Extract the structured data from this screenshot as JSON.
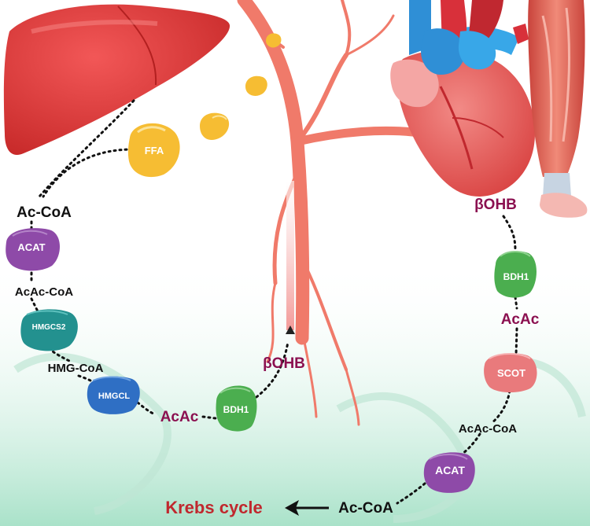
{
  "liver_pathway": {
    "ffa": "FFA",
    "acetyl_coa": "Ac-CoA",
    "acat": "ACAT",
    "acetoacetyl_coa": "AcAc-CoA",
    "hmgcs2": "HMGCS2",
    "hmg_coa": "HMG-CoA",
    "hmgcl": "HMGCL",
    "acetoacetate": "AcAc",
    "bdh1": "BDH1",
    "beta_hydroxybutyrate": "βOHB"
  },
  "tissue_pathway": {
    "beta_hydroxybutyrate": "βOHB",
    "bdh1": "BDH1",
    "acetoacetate": "AcAc",
    "scot": "SCOT",
    "acetoacetyl_coa": "AcAc-CoA",
    "acat": "ACAT",
    "acetyl_coa": "Ac-CoA",
    "krebs_cycle": "Krebs cycle"
  },
  "colors": {
    "ketone_text": "#8b1050",
    "krebs_text": "#c0282e",
    "acat": "#8e4aa8",
    "hmgcs2": "#23918f",
    "hmgcl": "#2f6fc4",
    "bdh1": "#4bae4f",
    "scot": "#e97a7c",
    "ffa": "#f6bd33",
    "liver": "#e03a3a",
    "vessel": "#f07a6a",
    "background_green": "#cdeee0"
  },
  "icons": [
    "liver-illustration",
    "heart-illustration",
    "muscle-illustration",
    "blood-vessel",
    "fat-droplet-icon"
  ]
}
